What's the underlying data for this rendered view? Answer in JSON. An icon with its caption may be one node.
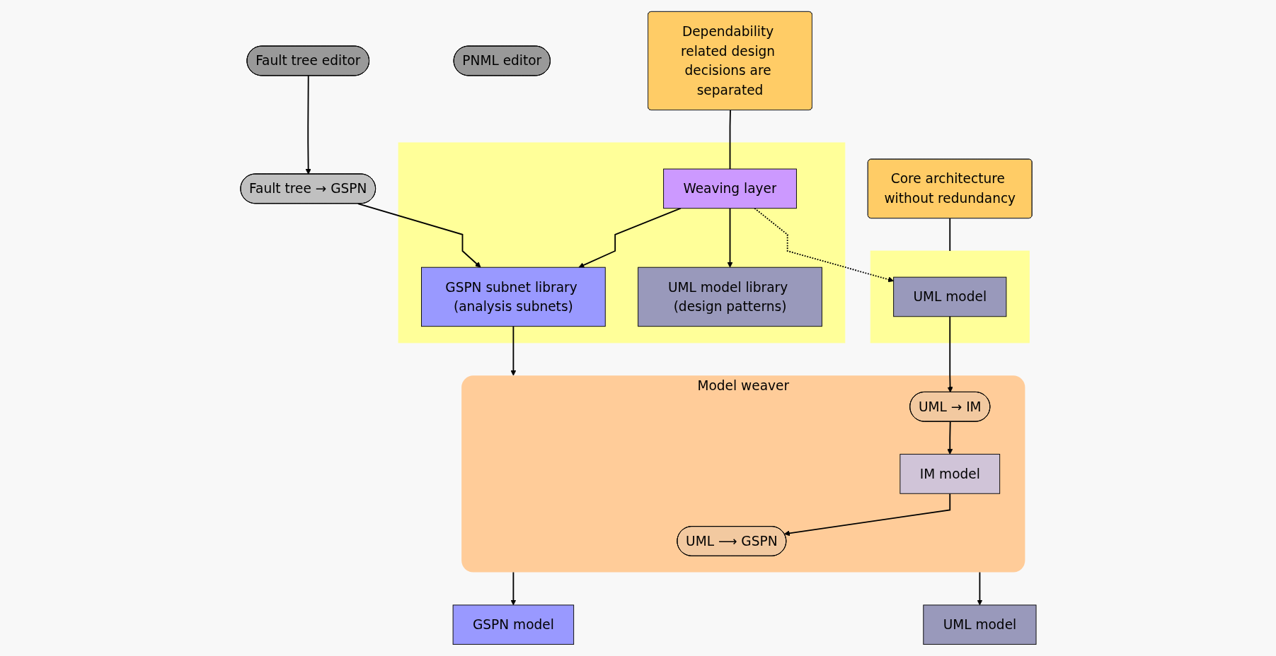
{
  "diagram": {
    "nodes": [
      {
        "text": [
          "Core architecture without redundancy"
        ]
      },
      {
        "text": [],
        "shape": "box"
      },
      {
        "text": [
          "UML model"
        ],
        "in": 1
      },
      {
        "text": [],
        "shape": "box"
      },
      {
        "text": [
          "UML model library (design patterns)"
        ],
        "in": 3
      },
      {
        "text": [
          "Fault tree editor"
        ]
      },
      {
        "text": [
          "Model weaver"
        ]
      },
      {
        "text": [
          "UML → IM"
        ],
        "in": 6
      },
      {
        "text": [
          "Weaving layer"
        ],
        "in": 3
      },
      {
        "text": [
          "Fault tree → GSPN"
        ]
      },
      {
        "text": [
          "GSPN subnet library (analysis subnets)"
        ],
        "in": 3
      },
      {
        "text": [
          "IM model"
        ],
        "in": 6
      },
      {
        "text": [
          "PNML editor"
        ]
      },
      {
        "text": [
          "UML ⟶ GSPN"
        ],
        "in": 6
      },
      {
        "text": [
          "Dependability related design decisions are separated"
        ]
      },
      {
        "text": [
          "GSPN model"
        ]
      },
      {
        "text": [
          "UML model"
        ]
      }
    ],
    "edges": [
      {
        "from": 0,
        "to": 1,
        "arrow": "none"
      },
      {
        "from": 2,
        "to": 7,
        "arrow": "to"
      },
      {
        "from": 7,
        "to": 11,
        "arrow": "to"
      },
      {
        "from": 11,
        "to": 13,
        "arrow": "to"
      },
      {
        "from": 8,
        "to": 2,
        "arrow": "to",
        "style": "dashed"
      },
      {
        "from": 8,
        "to": 4,
        "arrow": "to"
      },
      {
        "from": 8,
        "to": 10,
        "arrow": "to"
      },
      {
        "from": 5,
        "to": 9,
        "arrow": "to"
      },
      {
        "from": 9,
        "to": 10,
        "arrow": "to"
      },
      {
        "from": 10,
        "to": 6,
        "arrow": "to"
      },
      {
        "from": 6,
        "to": 15,
        "arrow": "to"
      },
      {
        "from": 6,
        "to": 16,
        "arrow": "to"
      },
      {
        "from": 14,
        "to": 8,
        "arrow": "none"
      }
    ]
  }
}
